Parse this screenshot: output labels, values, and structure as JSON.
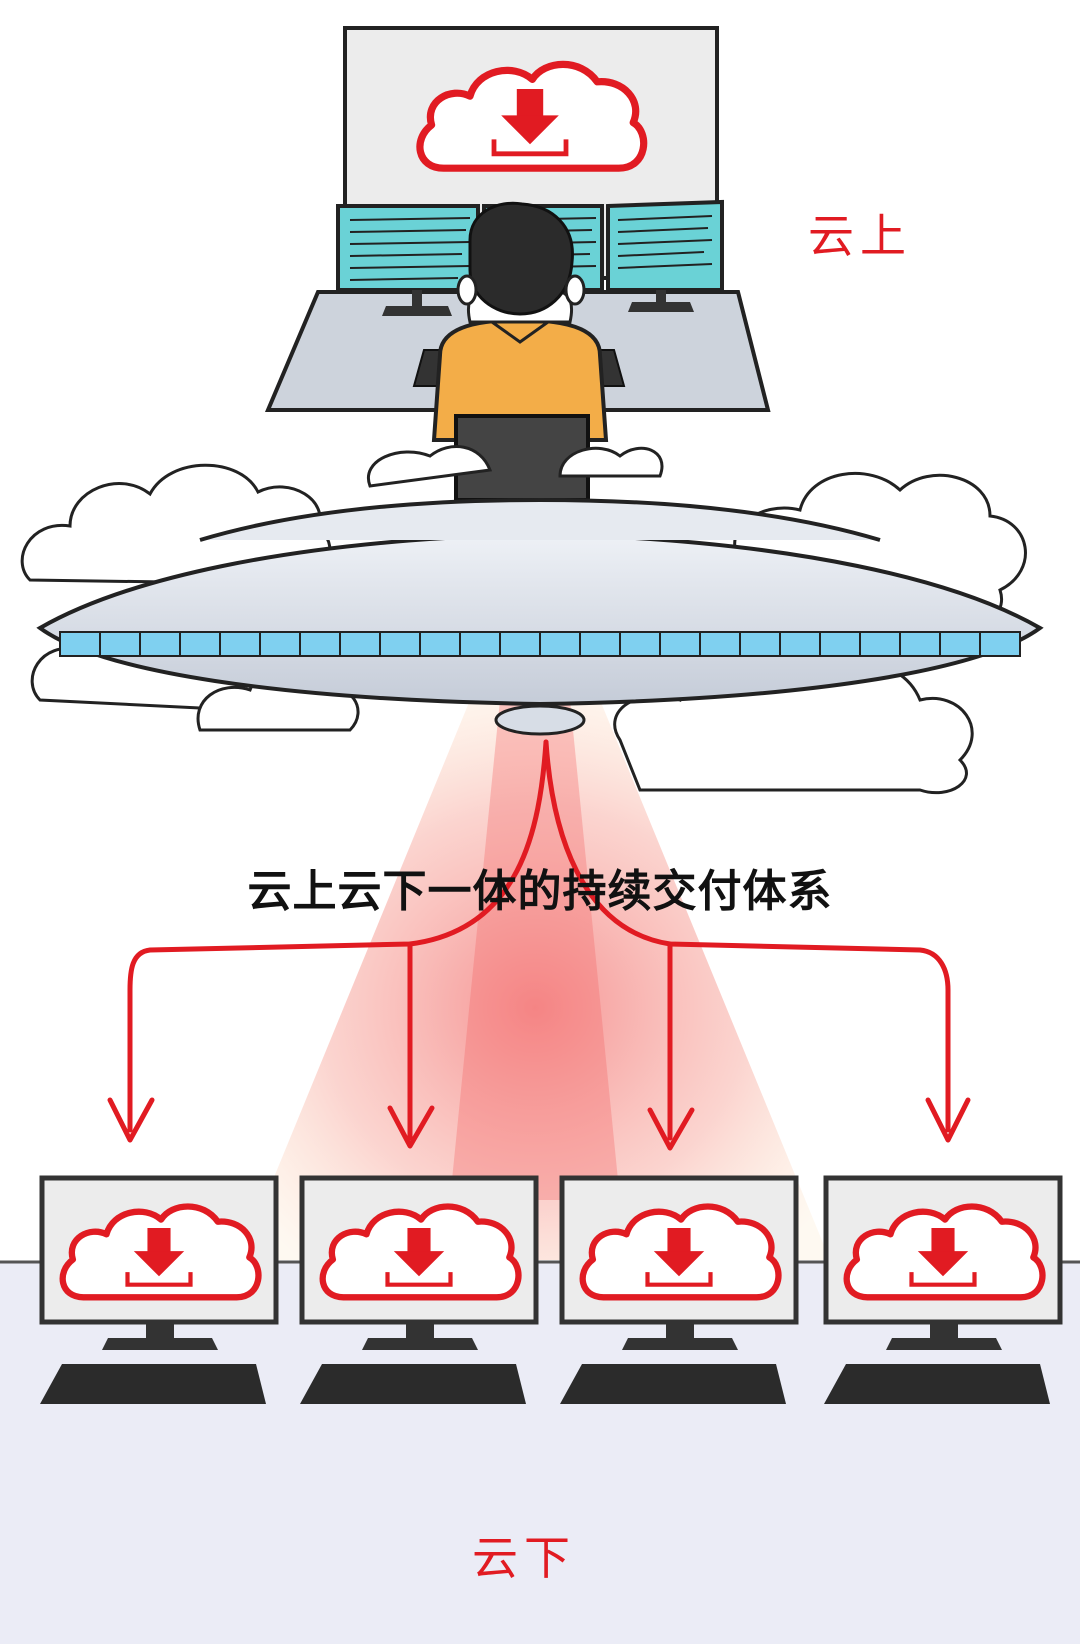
{
  "labels": {
    "top": "云上",
    "bottom": "云下",
    "caption": "云上云下一体的持续交付体系"
  },
  "colors": {
    "accent_red": "#e11b22",
    "screen_cyan": "#6ad2d6",
    "shirt_orange": "#f3ad48",
    "desk_gray": "#cdd3dc",
    "ground": "#ebecf6",
    "ufo_body": "#d7dde6",
    "ufo_lights": "#7fd0f0"
  },
  "icons": {
    "download_cloud": "cloud-download-icon",
    "terminal": "computer-terminal-icon"
  },
  "terminals": [
    {
      "name": "terminal-1"
    },
    {
      "name": "terminal-2"
    },
    {
      "name": "terminal-3"
    },
    {
      "name": "terminal-4"
    }
  ]
}
